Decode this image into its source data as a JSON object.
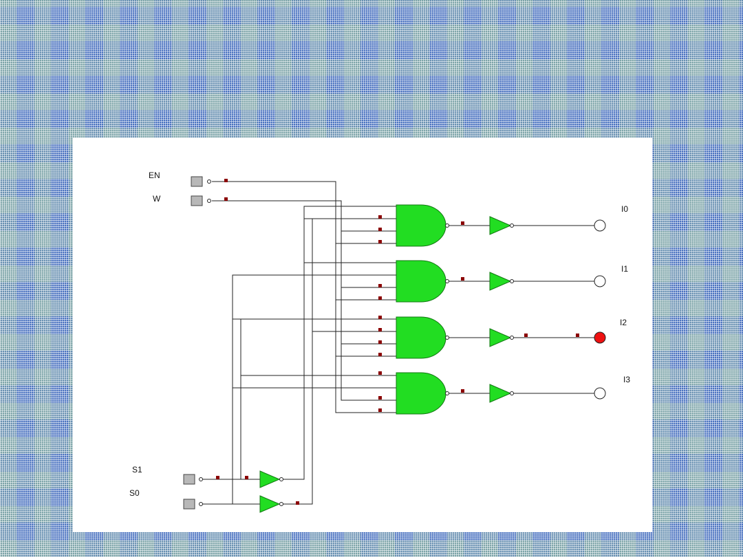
{
  "diagram": {
    "inputs": [
      {
        "id": "en",
        "label": "EN"
      },
      {
        "id": "w",
        "label": "W"
      },
      {
        "id": "s1",
        "label": "S1"
      },
      {
        "id": "s0",
        "label": "S0"
      }
    ],
    "outputs": [
      {
        "id": "i0",
        "label": "I0",
        "state": "off"
      },
      {
        "id": "i1",
        "label": "I1",
        "state": "off"
      },
      {
        "id": "i2",
        "label": "I2",
        "state": "on"
      },
      {
        "id": "i3",
        "label": "I3",
        "state": "off"
      }
    ],
    "colors": {
      "gate_fill": "#22dd22",
      "node": "#8b0000",
      "output_on": "#ee1111",
      "output_off": "#ffffff",
      "switch": "#b8b8b8"
    }
  }
}
